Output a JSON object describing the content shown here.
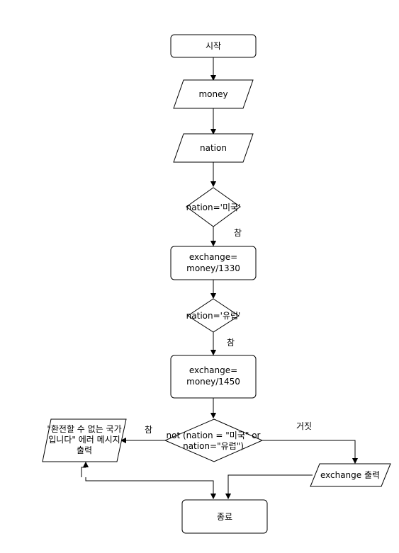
{
  "nodes": {
    "start": {
      "label": "시작"
    },
    "input_money": {
      "label": "money"
    },
    "input_nation": {
      "label": "nation"
    },
    "decision_usa": {
      "label": "nation='미국'"
    },
    "process_usd": {
      "line1": "exchange=",
      "line2": "money/1330"
    },
    "decision_eu": {
      "label": "nation='유럽'"
    },
    "process_eur": {
      "line1": "exchange=",
      "line2": "money/1450"
    },
    "decision_not": {
      "line1": "not (nation = \"미국\" or",
      "line2": "nation=\"유럽\")"
    },
    "output_error": {
      "line1": "\"환전할 수 없는 국가",
      "line2": "입니다\" 에러 메시지",
      "line3": "출력"
    },
    "output_exchange": {
      "label": "exchange 출력"
    },
    "end": {
      "label": "종료"
    }
  },
  "edges": {
    "usa_true": "참",
    "eu_true": "참",
    "not_true": "참",
    "not_false": "거짓"
  }
}
